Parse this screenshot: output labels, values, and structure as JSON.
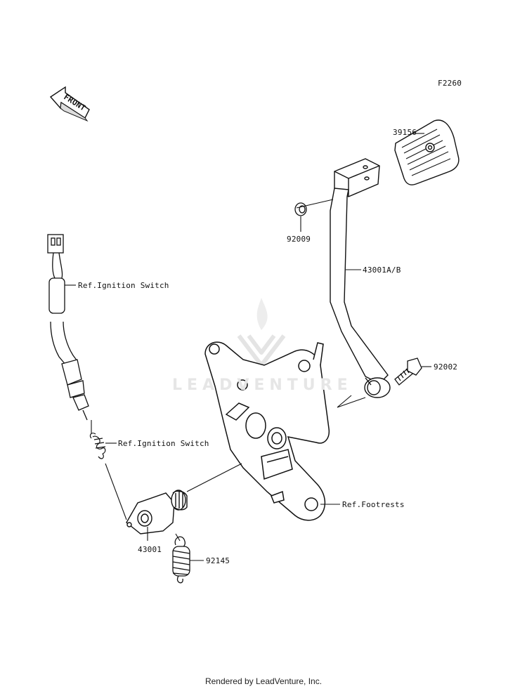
{
  "figure_code": "F2260",
  "front_arrow_label": "FRONT",
  "parts": [
    {
      "id": "39156"
    },
    {
      "id": "92009"
    },
    {
      "id": "43001A/B"
    },
    {
      "id": "92002"
    },
    {
      "id": "43001"
    },
    {
      "id": "92145"
    }
  ],
  "references": [
    {
      "text": "Ref.Ignition Switch"
    },
    {
      "text": "Ref.Ignition Switch"
    },
    {
      "text": "Ref.Footrests"
    }
  ],
  "watermark": {
    "text": "LEADVENTURE"
  },
  "footer": {
    "text": "Rendered by LeadVenture, Inc."
  }
}
